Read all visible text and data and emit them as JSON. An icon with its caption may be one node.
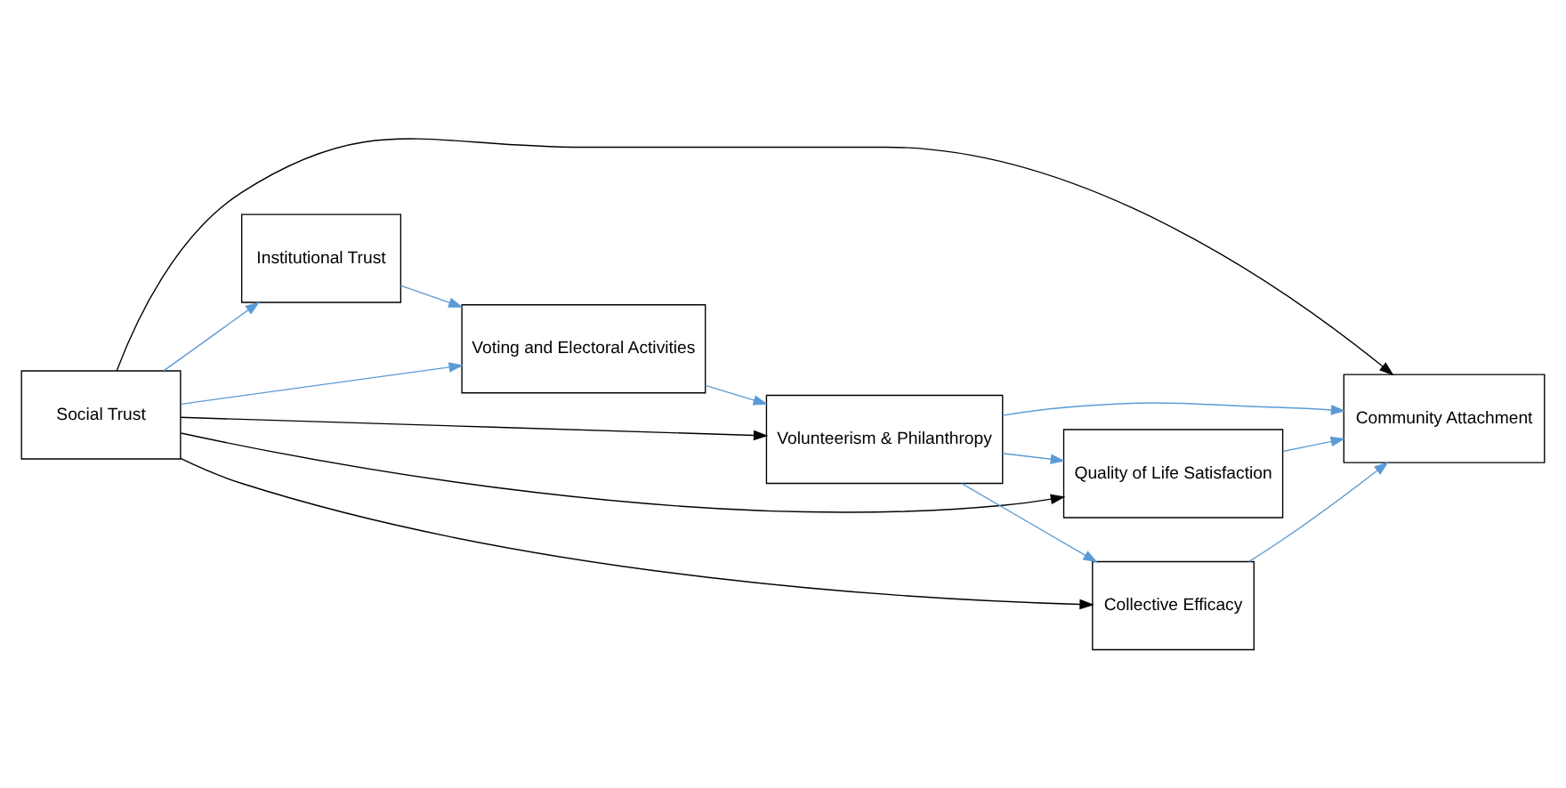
{
  "diagram": {
    "nodes": [
      {
        "text": [
          "Social Trust"
        ]
      },
      {
        "text": [
          "Voting and Electoral Activities"
        ]
      },
      {
        "text": [
          "Volunteerism & Philanthropy"
        ]
      },
      {
        "text": [
          "Quality of Life Satisfaction"
        ]
      },
      {
        "text": [
          "Institutional Trust"
        ]
      },
      {
        "text": [
          "Collective Efficacy"
        ]
      },
      {
        "text": [
          "Community Attachment"
        ]
      }
    ],
    "edges": [
      {
        "from": 0,
        "to": 1,
        "arrow": "to",
        "color": "#5b9bd5"
      },
      {
        "from": 0,
        "to": 4,
        "arrow": "to",
        "color": "#5b9bd5"
      },
      {
        "from": 4,
        "to": 1,
        "arrow": "to",
        "color": "#5b9bd5"
      },
      {
        "from": 1,
        "to": 2,
        "arrow": "to",
        "color": "#5b9bd5"
      },
      {
        "from": 2,
        "to": 3,
        "arrow": "to",
        "color": "#5b9bd5"
      },
      {
        "from": 2,
        "to": 5,
        "arrow": "to",
        "color": "#5b9bd5"
      },
      {
        "from": 2,
        "to": 6,
        "arrow": "to",
        "color": "#5b9bd5"
      },
      {
        "from": 3,
        "to": 6,
        "arrow": "to",
        "color": "#5b9bd5"
      },
      {
        "from": 5,
        "to": 6,
        "arrow": "to",
        "color": "#5b9bd5"
      },
      {
        "from": 0,
        "to": 3,
        "arrow": "to",
        "color": "#000000"
      },
      {
        "from": 0,
        "to": 2,
        "arrow": "to",
        "color": "#000000"
      },
      {
        "from": 0,
        "to": 5,
        "arrow": "to",
        "color": "#000000"
      },
      {
        "from": 0,
        "to": 6,
        "arrow": "to",
        "color": "#000000"
      }
    ]
  }
}
